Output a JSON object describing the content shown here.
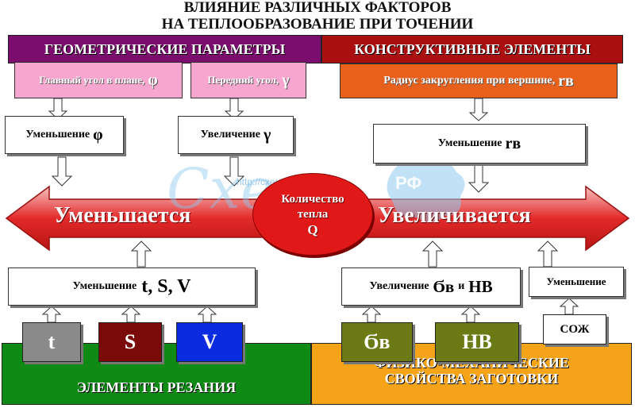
{
  "title": {
    "line1": "ВЛИЯНИЕ РАЗЛИЧНЫХ ФАКТОРОВ",
    "line2": "НА ТЕПЛООБРАЗОВАНИЕ ПРИ ТОЧЕНИИ"
  },
  "top": {
    "geometric_header": "ГЕОМЕТРИЧЕСКИЕ ПАРАМЕТРЫ",
    "constructive_header": "КОНСТРУКТИВНЫЕ ЭЛЕМЕНТЫ",
    "main_angle": {
      "label": "Главный угол в плане,",
      "symbol": "φ"
    },
    "front_angle": {
      "label": "Передний угол,",
      "symbol": "γ"
    },
    "radius": {
      "label": "Радиус закругления при вершине,",
      "symbol": "rв"
    }
  },
  "effects_top": {
    "decrease_phi": {
      "label": "Уменьшение",
      "symbol": "φ"
    },
    "increase_gamma": {
      "label": "Увеличение",
      "symbol": "γ"
    },
    "decrease_r": {
      "label": "Уменьшение",
      "symbol": "rв"
    }
  },
  "arrow": {
    "left_label": "Уменьшается",
    "right_label": "Увеличивается",
    "center_line1": "Количество",
    "center_line2": "тепла",
    "center_line3": "Q"
  },
  "watermark": {
    "url": "http://схемо.рф",
    "badge": "РФ",
    "word": "Схемо"
  },
  "effects_bottom": {
    "decrease_tsv": {
      "label": "Уменьшение",
      "symbols": "t, S, V"
    },
    "increase_sigma_hb": {
      "label": "Увеличение",
      "sigma": "Ϭв",
      "and": "и",
      "hb": "НВ"
    },
    "decrease_coolant": {
      "label": "Уменьшение"
    }
  },
  "factors": {
    "t": "t",
    "s": "S",
    "v": "V",
    "sigma": "Ϭв",
    "hb": "НВ",
    "coolant": "СОЖ"
  },
  "bottom": {
    "cutting_elements": "ЭЛЕМЕНТЫ РЕЗАНИЯ",
    "properties_line1": "ФИЗИКО-МЕХАНИЧЕСКИЕ",
    "properties_line2": "СВОЙСТВА ЗАГОТОВКИ"
  },
  "colors": {
    "purple": "#7b0d6e",
    "pink": "#f6a6cf",
    "dark_red": "#aa1010",
    "orange": "#e8611c",
    "arrow_red": "#e32a2a",
    "green": "#0f8a14",
    "gold": "#f5a41a",
    "gray": "#8a8a8a",
    "maroon": "#7a0a0a",
    "blue": "#0a2be0",
    "olive": "#6b7a14"
  }
}
